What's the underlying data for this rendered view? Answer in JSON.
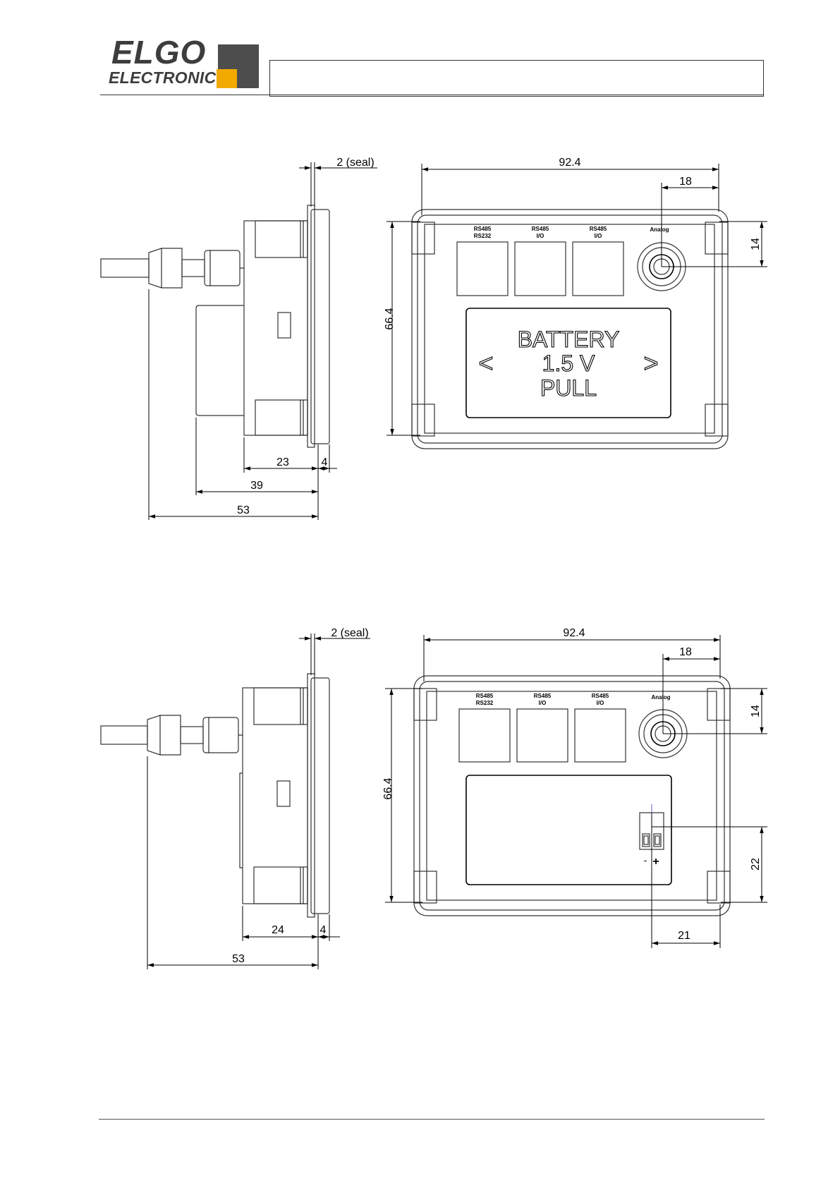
{
  "logo": {
    "line1": "ELGO",
    "line2": "ELECTRONIC",
    "accent_color": "#f2a900",
    "block_color": "#4d4d4d"
  },
  "drawing_top": {
    "seal": "2 (seal)",
    "width": "92.4",
    "analog_offset": "18",
    "height": "66.4",
    "analog_vertical": "14",
    "depth_body": "23",
    "depth_front": "4",
    "depth_mid": "39",
    "depth_total": "53",
    "ports": [
      {
        "line1": "RS485",
        "line2": "RS232"
      },
      {
        "line1": "RS485",
        "line2": "I/O"
      },
      {
        "line1": "RS485",
        "line2": "I/O"
      },
      {
        "line1": "Analog",
        "line2": ""
      }
    ],
    "battery_lines": [
      "BATTERY",
      "1.5 V",
      "PULL"
    ],
    "arrow_left": "<",
    "arrow_right": ">"
  },
  "drawing_bottom": {
    "seal": "2 (seal)",
    "width": "92.4",
    "analog_offset": "18",
    "height": "66.4",
    "analog_vertical": "14",
    "terminal_vertical": "22",
    "terminal_horizontal": "21",
    "depth_body": "24",
    "depth_front": "4",
    "depth_total": "53",
    "ports": [
      {
        "line1": "RS485",
        "line2": "RS232"
      },
      {
        "line1": "RS485",
        "line2": "I/O"
      },
      {
        "line1": "RS485",
        "line2": "I/O"
      },
      {
        "line1": "Analog",
        "line2": ""
      }
    ],
    "terminal_minus": "-",
    "terminal_plus": "+"
  }
}
